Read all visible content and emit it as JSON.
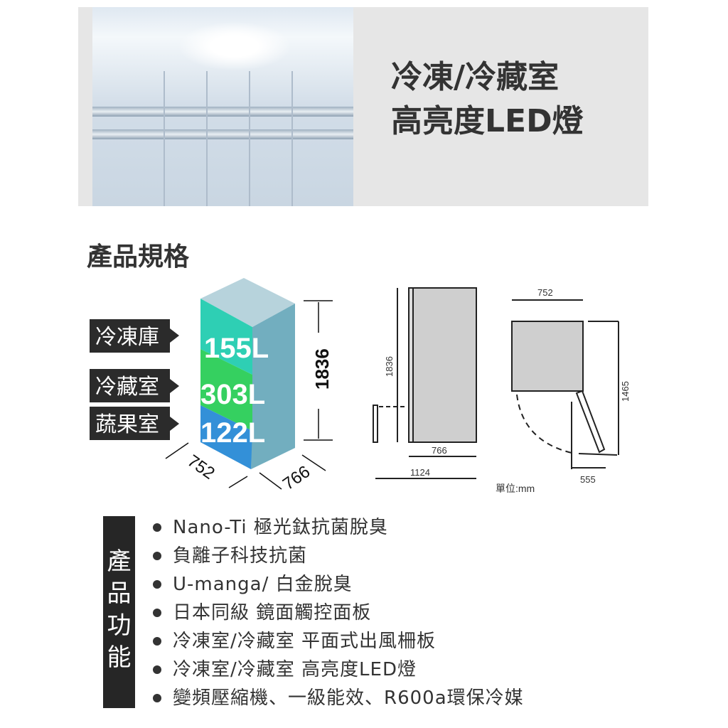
{
  "banner": {
    "headline_line1": "冷凍/冷藏室",
    "headline_line2": "高亮度LED燈"
  },
  "spec": {
    "title": "產品規格",
    "compartments": [
      {
        "label": "冷凍庫",
        "volume": "155L",
        "color": "#2ecfb4"
      },
      {
        "label": "冷藏室",
        "volume": "303L",
        "color": "#35d060"
      },
      {
        "label": "蔬果室",
        "volume": "122L",
        "color": "#3390d8"
      }
    ],
    "height": "1836",
    "width": "752",
    "depth": "766",
    "side_view": {
      "height": "1836",
      "depth": "766",
      "depth_open": "1124"
    },
    "top_view": {
      "width": "752",
      "depth_open": "1465",
      "door_clearance": "555"
    },
    "unit": "單位:mm"
  },
  "features": {
    "title_chars": [
      "產",
      "品",
      "功",
      "能"
    ],
    "items": [
      "Nano-Ti 極光鈦抗菌脫臭",
      "負離子科技抗菌",
      "U-manga/ 白金脫臭",
      "日本同級 鏡面觸控面板",
      "冷凍室/冷藏室 平面式出風柵板",
      "冷凍室/冷藏室 高亮度LED燈",
      "變頻壓縮機、一級能效、R600a環保冷媒"
    ]
  }
}
